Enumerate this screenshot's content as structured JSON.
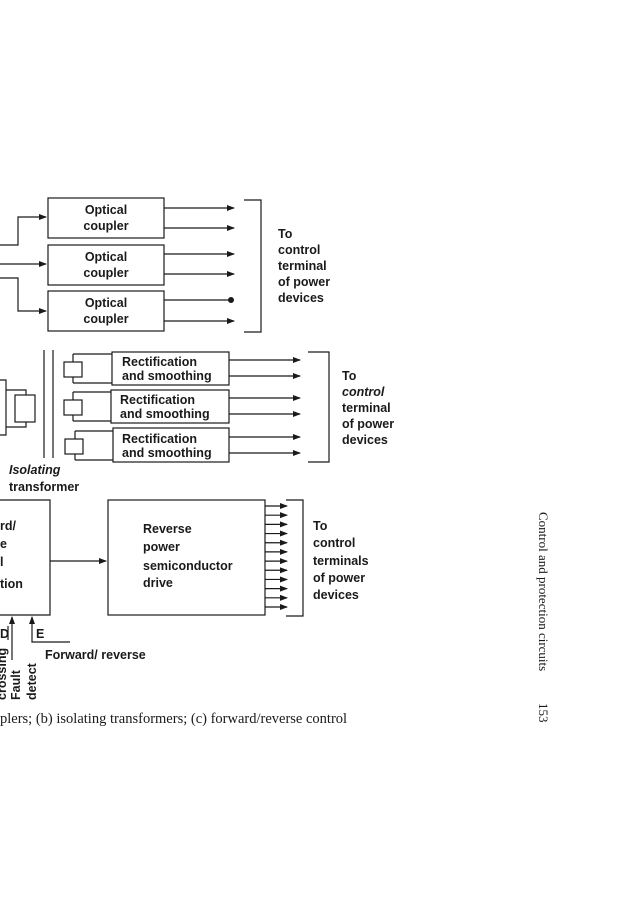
{
  "page": {
    "running_head": "Control and protection circuits",
    "page_number": "153",
    "caption": "plers; (b) isolating transformers; (c) forward/reverse control"
  },
  "section_a": {
    "blocks": [
      {
        "label_line1": "Optical",
        "label_line2": "coupler"
      },
      {
        "label_line1": "Optical",
        "label_line2": "coupler"
      },
      {
        "label_line1": "Optical",
        "label_line2": "coupler"
      }
    ],
    "output_label": [
      "To",
      "control",
      "terminal",
      "of power",
      "devices"
    ]
  },
  "section_b": {
    "blocks": [
      {
        "label_line1": "Rectification",
        "label_line2": "and smoothing"
      },
      {
        "label_line1": "Rectification",
        "label_line2": "and smoothing"
      },
      {
        "label_line1": "Rectification",
        "label_line2": "and smoothing"
      }
    ],
    "transformer_label": [
      "Isolating",
      "transformer"
    ],
    "output_label": [
      "To",
      "control",
      "terminal",
      "of power",
      "devices"
    ]
  },
  "section_c": {
    "left_block_fragment": [
      "rd/",
      "e",
      "l",
      "tion"
    ],
    "drive_block": [
      "Reverse",
      "power",
      "semiconductor",
      "drive"
    ],
    "output_count": 12,
    "output_label": [
      "To",
      "control",
      "terminals",
      "of power",
      "devices"
    ],
    "input_labels": {
      "d": "D",
      "e": "E",
      "forward_reverse": "Forward/ reverse",
      "crossing": "crossing",
      "fault": "Fault",
      "detect": "detect"
    }
  }
}
